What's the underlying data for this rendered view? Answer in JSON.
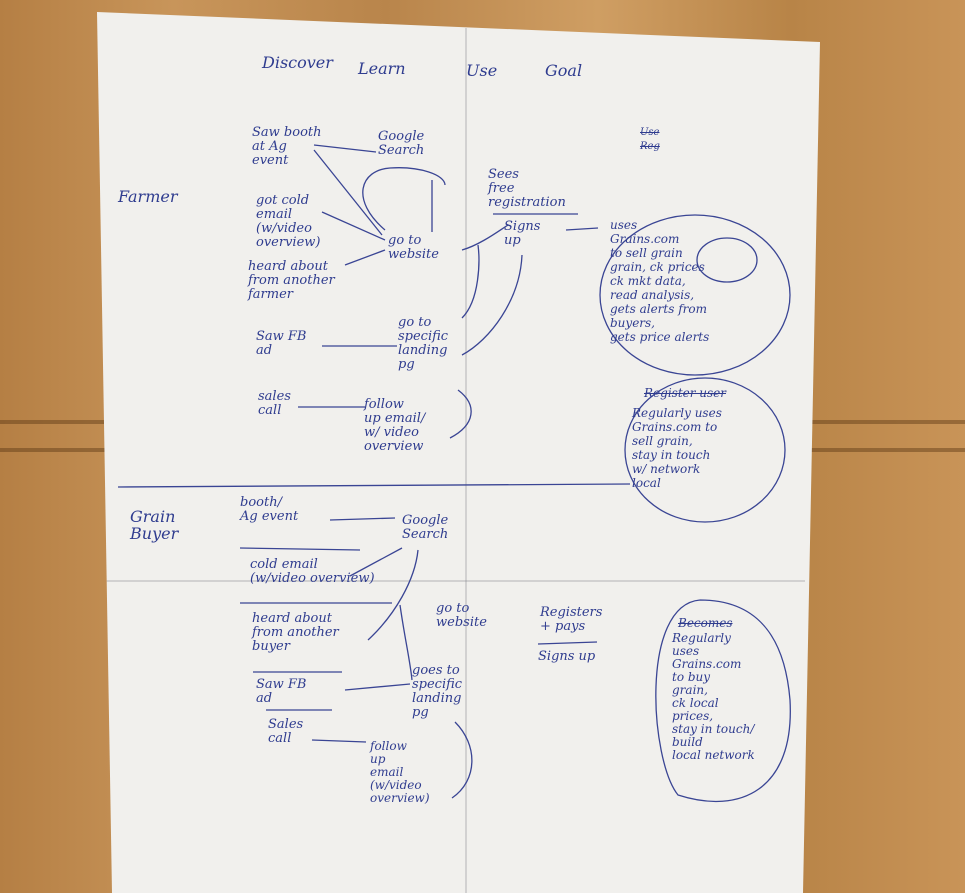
{
  "header": {
    "columns": [
      "Discover",
      "Learn",
      "Use",
      "Goal"
    ],
    "corner_scribble": "Use Reg"
  },
  "farmer": {
    "label": "Farmer",
    "discover": {
      "saw_booth": "Saw booth\nat Ag\nevent",
      "cold_email": "got cold\nemail\n(w/video\noverview)",
      "heard_about": "heard about\nfrom another\nfarmer",
      "saw_fb": "Saw FB\nad",
      "sales_call": "sales\ncall"
    },
    "learn": {
      "google_search": "Google\nSearch",
      "go_to_website": "go to\nwebsite",
      "landing_pg": "go to\nspecific\nlanding\npg",
      "follow_up": "follow\nup email/\nw/ video\noverview"
    },
    "use": {
      "sees_free": "Sees\nfree\nregistration",
      "signs_up": "Signs\nup"
    },
    "goal": {
      "uses": "uses\nGrains.com\nto sell grain\ngrain, ck prices\nck mkt data,\nread analysis,\ngets alerts from\nbuyers,\ngets price alerts",
      "regularly_strike": "Register user",
      "regularly": "Regularly uses\nGrains.com to\nsell grain,\nstay in touch\nw/ network\nlocal"
    }
  },
  "buyer": {
    "label": "Grain\nBuyer",
    "discover": {
      "booth": "booth/\nAg event",
      "cold_email": "cold email\n(w/video overview)",
      "heard_about": "heard about\nfrom another\nbuyer",
      "saw_fb": "Saw FB\nad",
      "sales_call": "Sales\ncall"
    },
    "learn": {
      "google_search": "Google\nSearch",
      "go_to_website": "go to\nwebsite",
      "landing_pg": "goes to\nspecific\nlanding\npg",
      "follow_up": "follow\nup\nemail\n(w/video\noverview)"
    },
    "use": {
      "registers": "Registers\n+ pays",
      "signs_up": "Signs up"
    },
    "goal": {
      "strike": "Becomes",
      "regularly": "Regularly\nuses\nGrains.com\nto buy\ngrain,\nck local\nprices,\nstay in touch/\nbuild\nlocal network"
    }
  }
}
